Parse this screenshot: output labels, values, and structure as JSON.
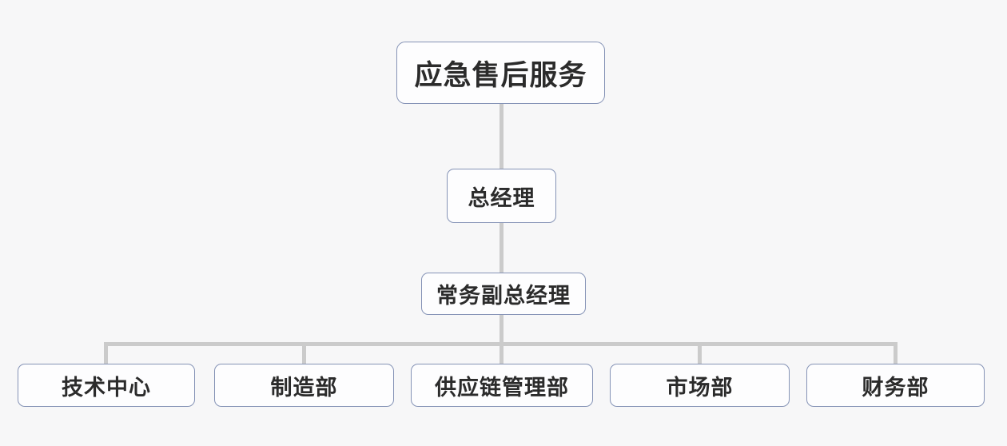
{
  "org_chart": {
    "type": "org-chart",
    "root": {
      "label": "应急售后服务",
      "children_chain": [
        "总经理",
        "常务副总经理"
      ],
      "departments": [
        "技术中心",
        "制造部",
        "供应链管理部",
        "市场部",
        "财务部"
      ]
    },
    "levels": [
      {
        "nodes": [
          {
            "label": "应急售后服务"
          }
        ]
      },
      {
        "nodes": [
          {
            "label": "总经理"
          }
        ]
      },
      {
        "nodes": [
          {
            "label": "常务副总经理"
          }
        ]
      },
      {
        "nodes": [
          {
            "label": "技术中心"
          },
          {
            "label": "制造部"
          },
          {
            "label": "供应链管理部"
          },
          {
            "label": "市场部"
          },
          {
            "label": "财务部"
          }
        ]
      }
    ],
    "colors": {
      "background": "#f7f7f8",
      "node_fill": "#fdfdfe",
      "node_border": "#8593b6",
      "node_text": "#2b2b2b",
      "connector": "#cbcbcb"
    }
  }
}
